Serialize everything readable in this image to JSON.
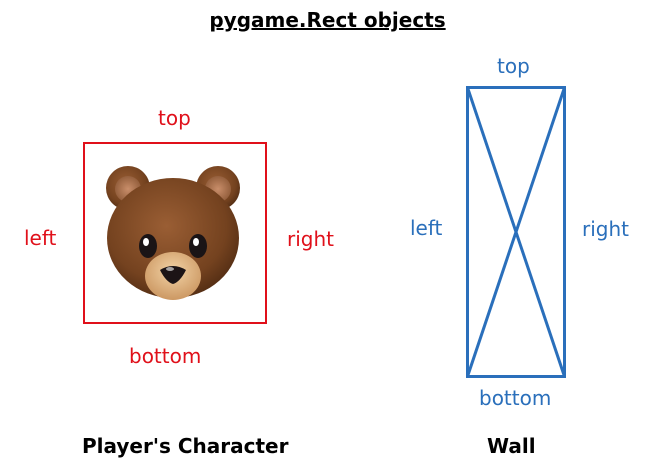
{
  "title": "pygame.Rect objects",
  "player": {
    "labels": {
      "top": "top",
      "left": "left",
      "right": "right",
      "bottom": "bottom"
    },
    "caption": "Player's Character",
    "icon": "bear-face-icon",
    "color": "#e0101a"
  },
  "wall": {
    "labels": {
      "top": "top",
      "left": "left",
      "right": "right",
      "bottom": "bottom"
    },
    "caption": "Wall",
    "color": "#2a6fbb"
  }
}
